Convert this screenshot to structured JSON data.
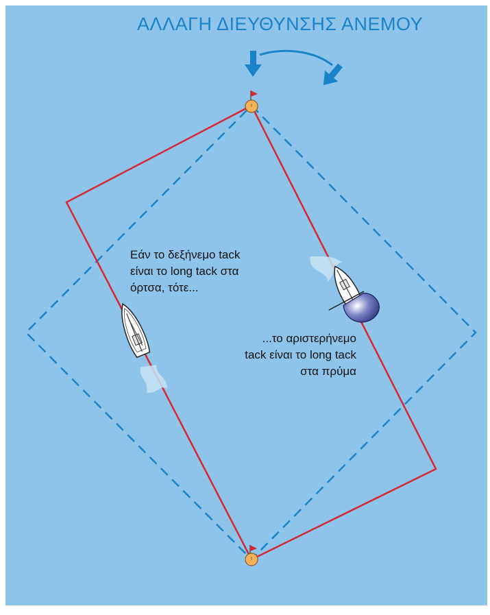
{
  "title": "ΑΛΛΑΓΗ ΔΙΕΥΘΥΝΣΗΣ ΑΝΕΜΟΥ",
  "annotations": {
    "starboard_note": "Εάν το δεξήνεμο tack\nείναι το long tack στα\nόρτσα, τότε...",
    "port_note": "...το αριστερήνεμο\ntack είναι το long tack\nστα πρύμα"
  },
  "colors": {
    "water": "#8ec3ea",
    "course_old": "#1a83c8",
    "course_new": "#d8262f",
    "title": "#1a83c8",
    "mark": "#f7b25c",
    "mark_flag": "#d8262f",
    "spinnaker": "#3a3f8f"
  },
  "icons": {
    "wind_arrow": "arrow-down-icon",
    "rotate_arrow": "curved-arrow-icon",
    "mark": "buoy-icon",
    "boat": "sailboat-icon"
  }
}
